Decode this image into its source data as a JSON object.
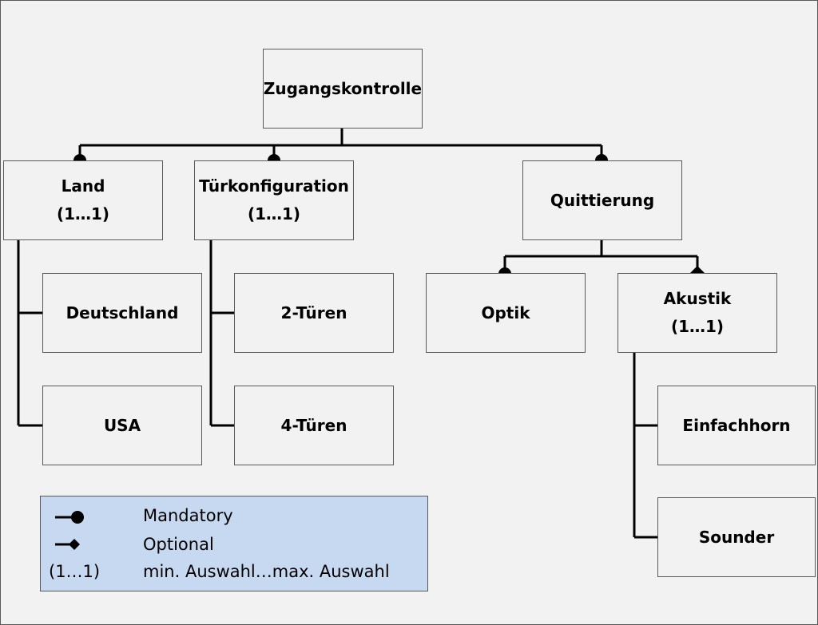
{
  "diagram": {
    "root": {
      "name": "Zugangskontrolle"
    },
    "features": {
      "land": {
        "name": "Land",
        "cardinality": "(1…1)",
        "relation": "mandatory"
      },
      "tuerkonfiguration": {
        "name": "Türkonfiguration",
        "cardinality": "(1…1)",
        "relation": "mandatory"
      },
      "quittierung": {
        "name": "Quittierung",
        "cardinality": "",
        "relation": "mandatory"
      },
      "deutschland": {
        "name": "Deutschland",
        "parent": "Land"
      },
      "usa": {
        "name": "USA",
        "parent": "Land"
      },
      "tueren2": {
        "name": "2-Türen",
        "parent": "Türkonfiguration"
      },
      "tueren4": {
        "name": "4-Türen",
        "parent": "Türkonfiguration"
      },
      "optik": {
        "name": "Optik",
        "parent": "Quittierung",
        "relation": "mandatory"
      },
      "akustik": {
        "name": "Akustik",
        "cardinality": "(1…1)",
        "parent": "Quittierung",
        "relation": "optional"
      },
      "einfachhorn": {
        "name": "Einfachhorn",
        "parent": "Akustik"
      },
      "sounder": {
        "name": "Sounder",
        "parent": "Akustik"
      }
    }
  },
  "legend": {
    "mandatory": "Mandatory",
    "optional": "Optional",
    "cardinality_symbol": "(1…1)",
    "cardinality_text": "min. Auswahl…max. Auswahl"
  },
  "colors": {
    "background": "#f2f2f2",
    "node_border": "#595959",
    "legend_fill": "#c6d9f0",
    "connector": "#000000"
  }
}
